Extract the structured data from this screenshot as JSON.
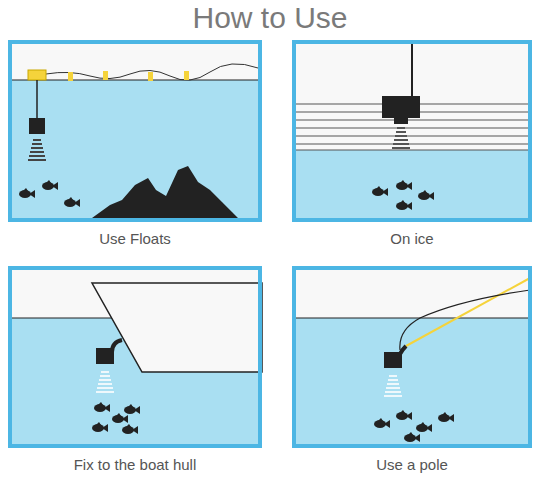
{
  "diagram": {
    "title": "How to Use",
    "nodes": [
      {
        "text": [
          "Use Floats"
        ]
      },
      {
        "text": [
          "On ice"
        ]
      },
      {
        "text": [
          "Fix to the boat hull"
        ]
      },
      {
        "text": [
          "Use a pole"
        ]
      }
    ]
  }
}
